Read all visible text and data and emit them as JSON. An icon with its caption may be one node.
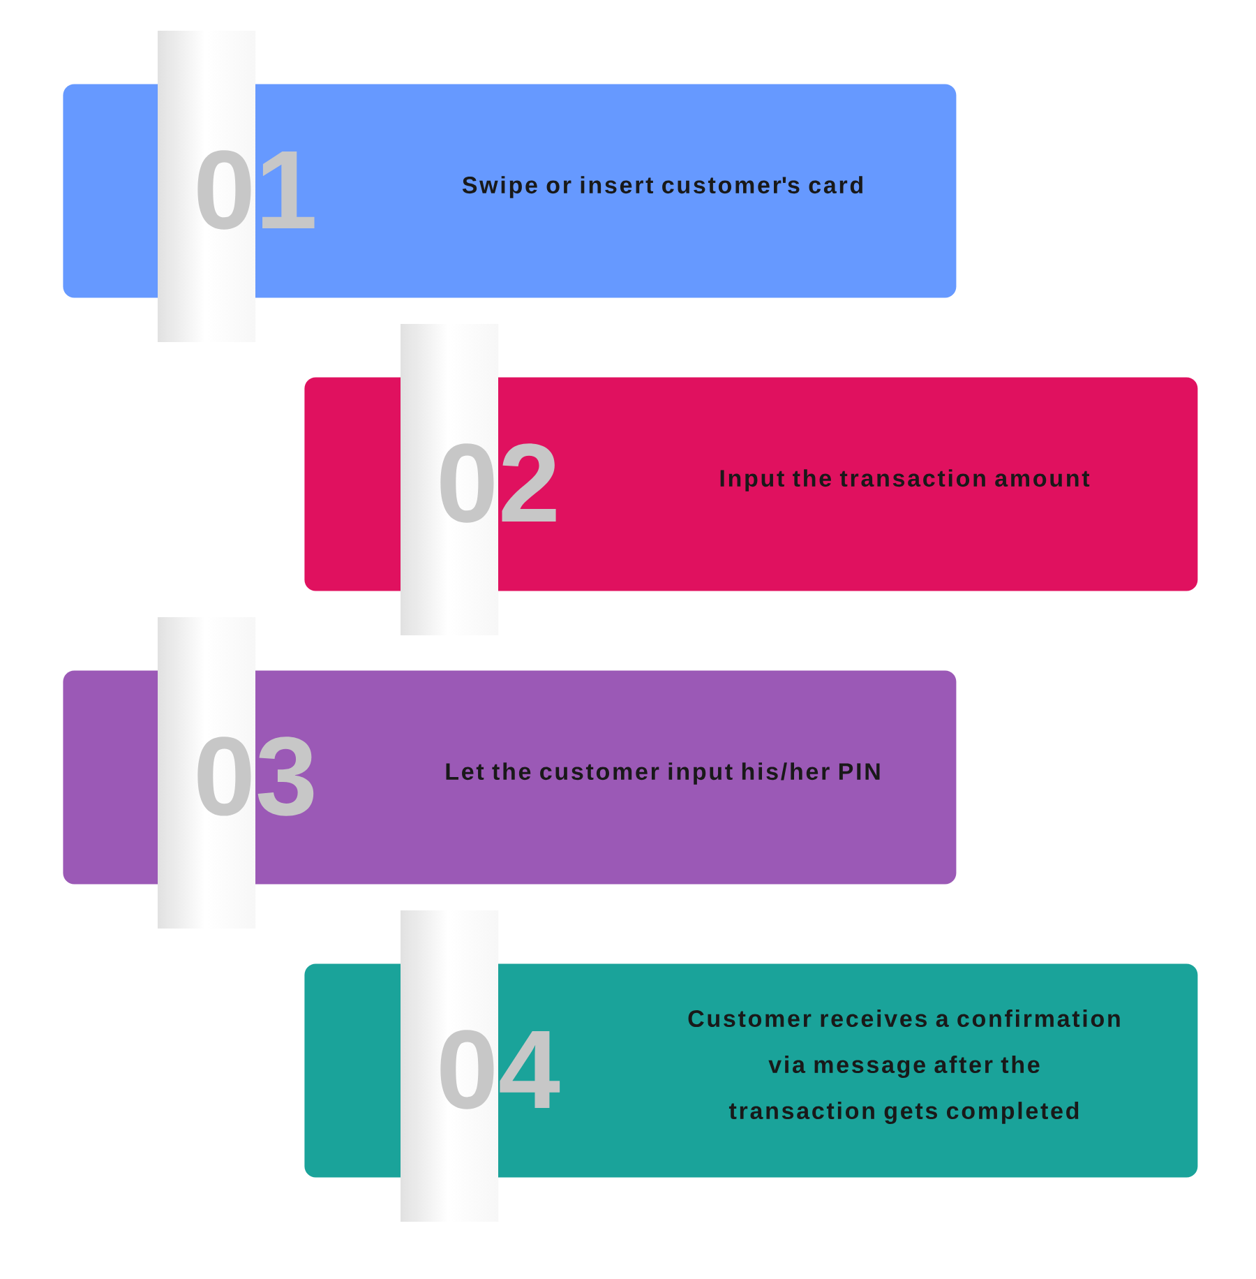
{
  "diagram": {
    "nodes": [
      {
        "text": [
          "01",
          "Swipe or insert customer's card"
        ]
      },
      {
        "text": [
          "02",
          "Input the transaction amount"
        ]
      },
      {
        "text": [
          "03",
          "Let the customer input his/her PIN"
        ]
      },
      {
        "text": [
          "04",
          "Customer receives a confirmation via message after the transaction gets completed"
        ]
      }
    ]
  }
}
